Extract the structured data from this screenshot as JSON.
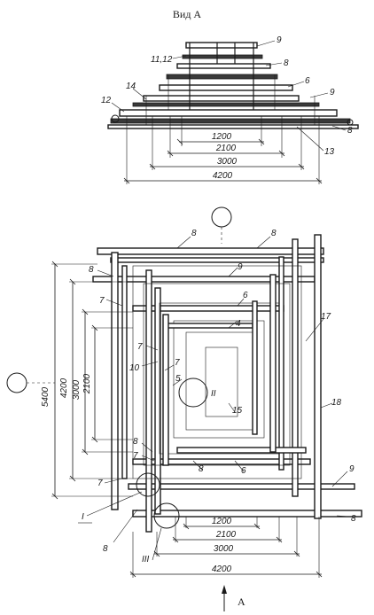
{
  "view_title": "Вид А",
  "top_view": {
    "labels": [
      "9",
      "11,12",
      "8",
      "6",
      "14",
      "9",
      "12",
      "8",
      "13"
    ],
    "dims": [
      "1200",
      "2100",
      "3000",
      "4200"
    ]
  },
  "plan": {
    "labels": [
      "8",
      "8",
      "8",
      "9",
      "7",
      "6",
      "4",
      "17",
      "7",
      "10",
      "7",
      "5",
      "II",
      "15",
      "18",
      "8",
      "7",
      "8",
      "6",
      "9",
      "7",
      "I",
      "8",
      "III",
      "8"
    ],
    "dims_vertical": [
      "5400",
      "4200",
      "3000",
      "2100"
    ],
    "dims_horizontal": [
      "1200",
      "2100",
      "3000",
      "4200"
    ],
    "arrow_label": "А"
  }
}
